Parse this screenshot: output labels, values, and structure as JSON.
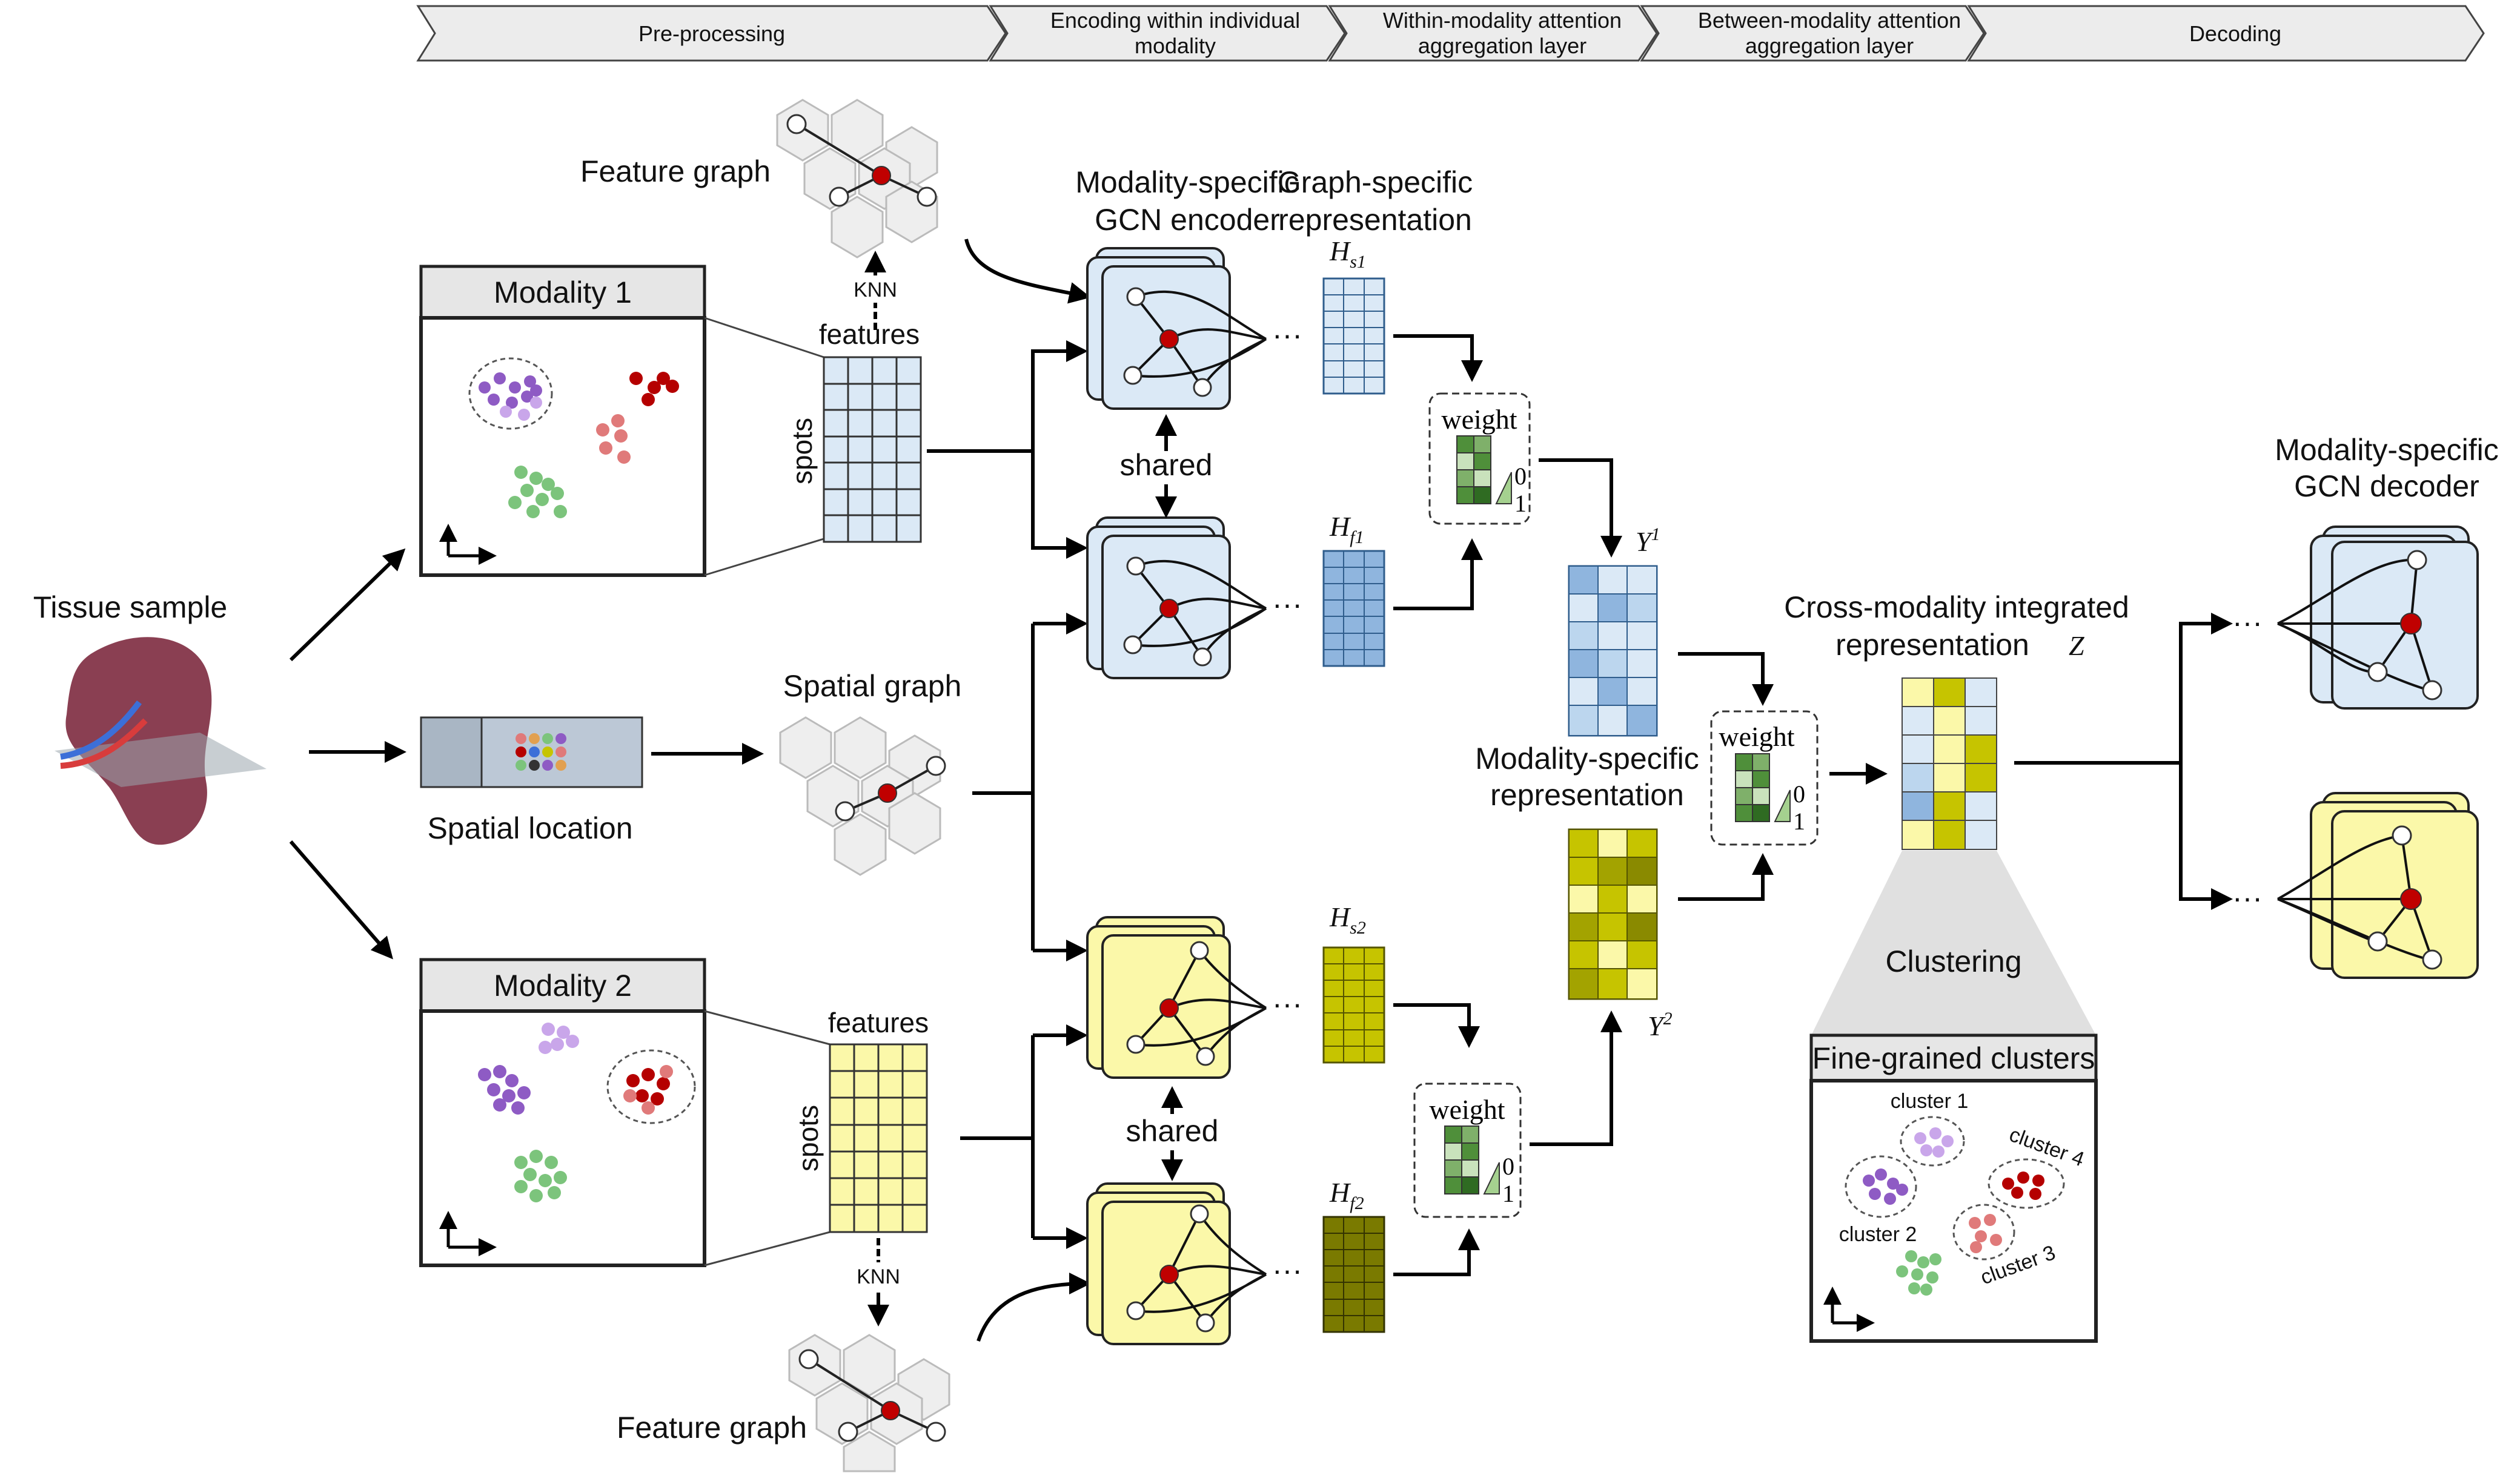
{
  "stages": [
    "Pre-processing",
    "Encoding within individual",
    "modality",
    "Within-modality attention",
    "aggregation layer",
    "Between-modality attention",
    "aggregation layer",
    "Decoding"
  ],
  "left": {
    "tissue_sample": "Tissue sample",
    "spatial_location": "Spatial location",
    "modality1": "Modality 1",
    "modality2": "Modality 2",
    "features": "features",
    "spots": "spots",
    "knn": "KNN"
  },
  "graphs": {
    "feature_graph": "Feature graph",
    "spatial_graph": "Spatial graph"
  },
  "encoder": {
    "title1": "Modality-specific",
    "title2": "GCN encoder",
    "shared": "shared",
    "graph_rep1": "Graph-specific",
    "graph_rep2": "representation",
    "dots": "···"
  },
  "math": {
    "H": "H",
    "s1": "s1",
    "f1": "f1",
    "s2": "s2",
    "f2": "f2",
    "Y": "Y",
    "sup1": "1",
    "sup2": "2",
    "Z": "Z"
  },
  "weight": {
    "label": "weight",
    "zero": "0",
    "one": "1"
  },
  "representation": {
    "modality_rep1": "Modality-specific",
    "modality_rep2": "representation",
    "cross1": "Cross-modality integrated",
    "cross2": "representation"
  },
  "clustering": {
    "label": "Clustering",
    "fine": "Fine-grained clusters",
    "clusters": [
      "cluster 1",
      "cluster 2",
      "cluster 3",
      "cluster 4"
    ]
  },
  "decoder": {
    "title1": "Modality-specific",
    "title2": "GCN decoder"
  },
  "colors": {
    "blue_light": "#dbe9f6",
    "blue_mid": "#9ec3e6",
    "blue_dark": "#6fa0d1",
    "yellow_light": "#fbf8a9",
    "olive": "#c6c400",
    "olive_dark": "#8a8a00",
    "green": "#4f8f3a",
    "node_red": "#c00000",
    "purple": "#8e5bc4",
    "pink": "#e07a7a",
    "dark_red": "#b50000",
    "green_dots": "#7cc47c",
    "stage_bg": "#ececec"
  }
}
